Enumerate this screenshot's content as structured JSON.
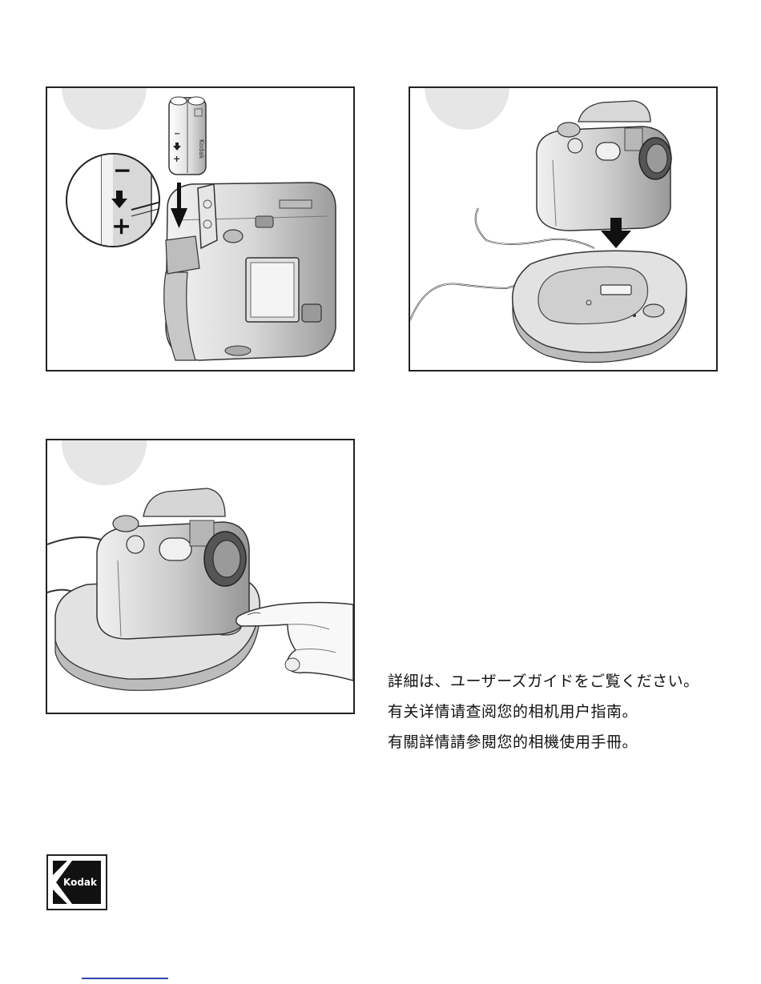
{
  "captions": {
    "japanese": "詳細は、ユーザーズガイドをご覧ください。",
    "simplified_chinese": "有关详情请查阅您的相机用户指南。",
    "traditional_chinese": "有關詳情請參閱您的相機使用手冊。"
  },
  "panel1": {
    "battery_brand": "Kodak",
    "minus_sign": "−",
    "plus_sign": "+"
  },
  "logo": {
    "brand": "Kodak"
  },
  "colors": {
    "border": "#222222",
    "step_circle": "#e6e6e6",
    "device_fill": "#d4d4d4",
    "device_shade": "#a8a8a8"
  }
}
